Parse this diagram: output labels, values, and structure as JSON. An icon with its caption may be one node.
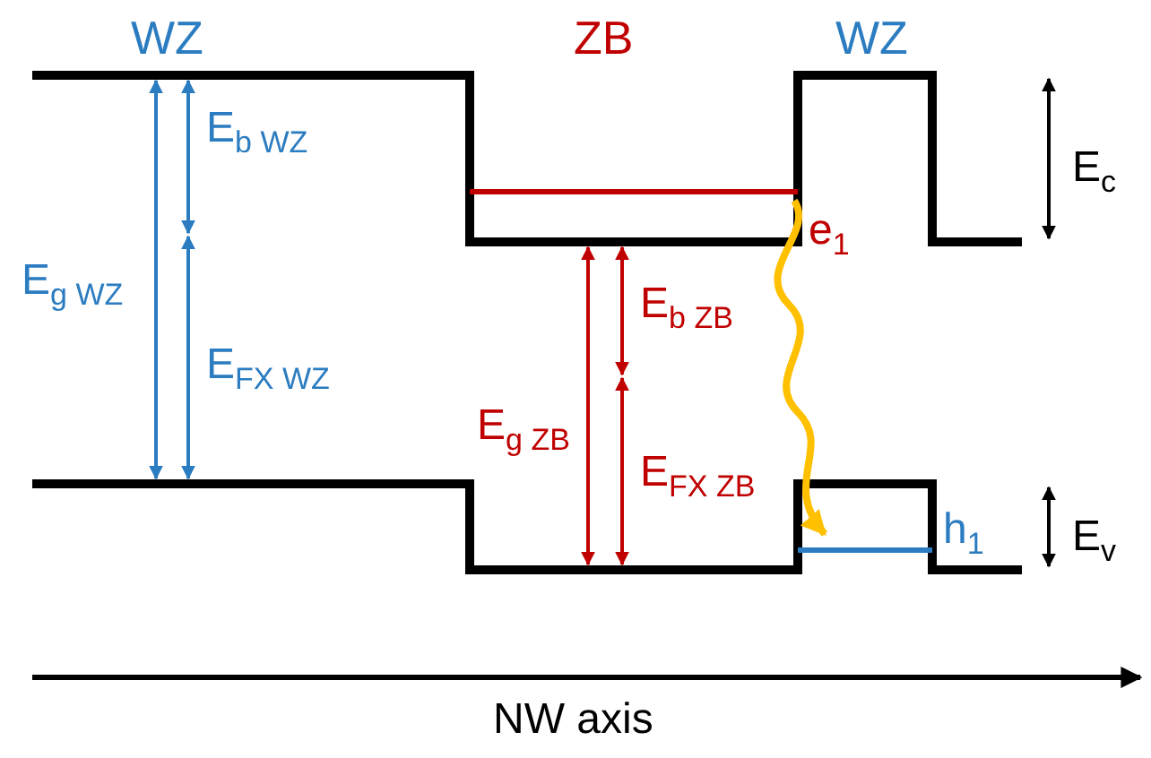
{
  "diagram": {
    "labels": [
      "WZ",
      "ZB",
      "WZ",
      "E$_{b WZ}$",
      "E$_{g WZ}$",
      "E$_{FX WZ}$",
      "E$_{b ZB}$",
      "E$_{g ZB}$",
      "E$_{FX ZB}$",
      "e$_{1}$",
      "E$_{c}$",
      "h$_{1}$",
      "E$_{v}$",
      "NW axis"
    ]
  }
}
